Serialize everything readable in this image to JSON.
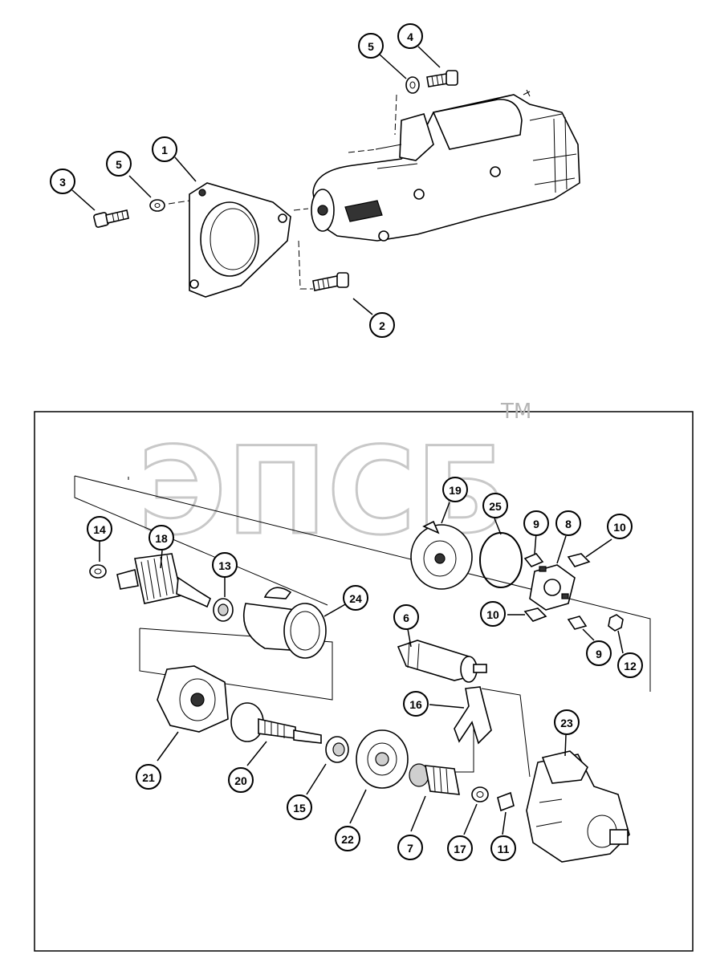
{
  "watermark": {
    "text": "ЭПСБ",
    "tm": "TM"
  },
  "callouts": [
    "1",
    "2",
    "3",
    "4",
    "5",
    "5",
    "14",
    "18",
    "13",
    "24",
    "19",
    "25",
    "9",
    "8",
    "10",
    "10",
    "9",
    "12",
    "6",
    "16",
    "23",
    "21",
    "20",
    "15",
    "22",
    "7",
    "17",
    "11"
  ]
}
